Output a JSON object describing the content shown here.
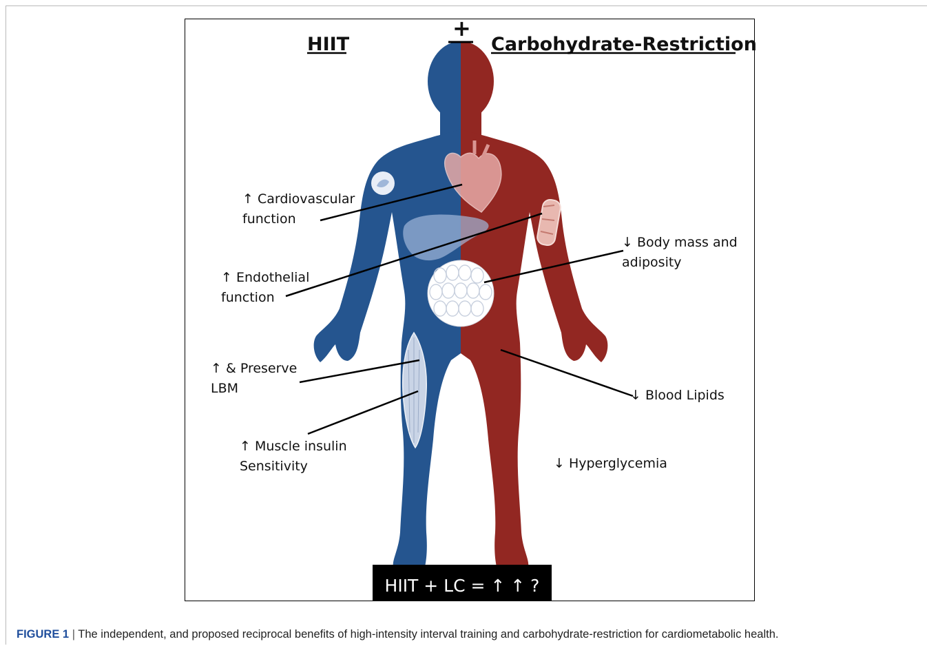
{
  "headings": {
    "left": "HIIT",
    "right": "Carbohydrate-Restriction",
    "plus": "+"
  },
  "labels": {
    "cardiovascular": [
      "↑ Cardiovascular",
      "function"
    ],
    "endothelial": [
      "↑ Endothelial",
      "function"
    ],
    "preserve_lbm": [
      "↑ & Preserve",
      "LBM"
    ],
    "muscle_insulin": [
      "↑ Muscle insulin",
      "Sensitivity"
    ],
    "body_mass": [
      "↓ Body mass and",
      "adiposity"
    ],
    "blood_lipids": "↓ Blood Lipids",
    "hyperglycemia": "↓ Hyperglycemia"
  },
  "bottom_box": "HIIT + LC = ↑ ↑ ?",
  "caption": {
    "label": "FIGURE 1",
    "separator": " | ",
    "text": "The independent, and proposed reciprocal benefits of high-intensity interval training and carbohydrate-restriction for cardiometabolic health."
  },
  "colors": {
    "left_body": "#25558f",
    "right_body": "#922722",
    "bottom_box": "#000000"
  },
  "icons": [
    "heart-icon",
    "liver-icon",
    "blood-vessel-icon",
    "adipose-tissue-icon",
    "muscle-icon",
    "pancreas-icon"
  ]
}
